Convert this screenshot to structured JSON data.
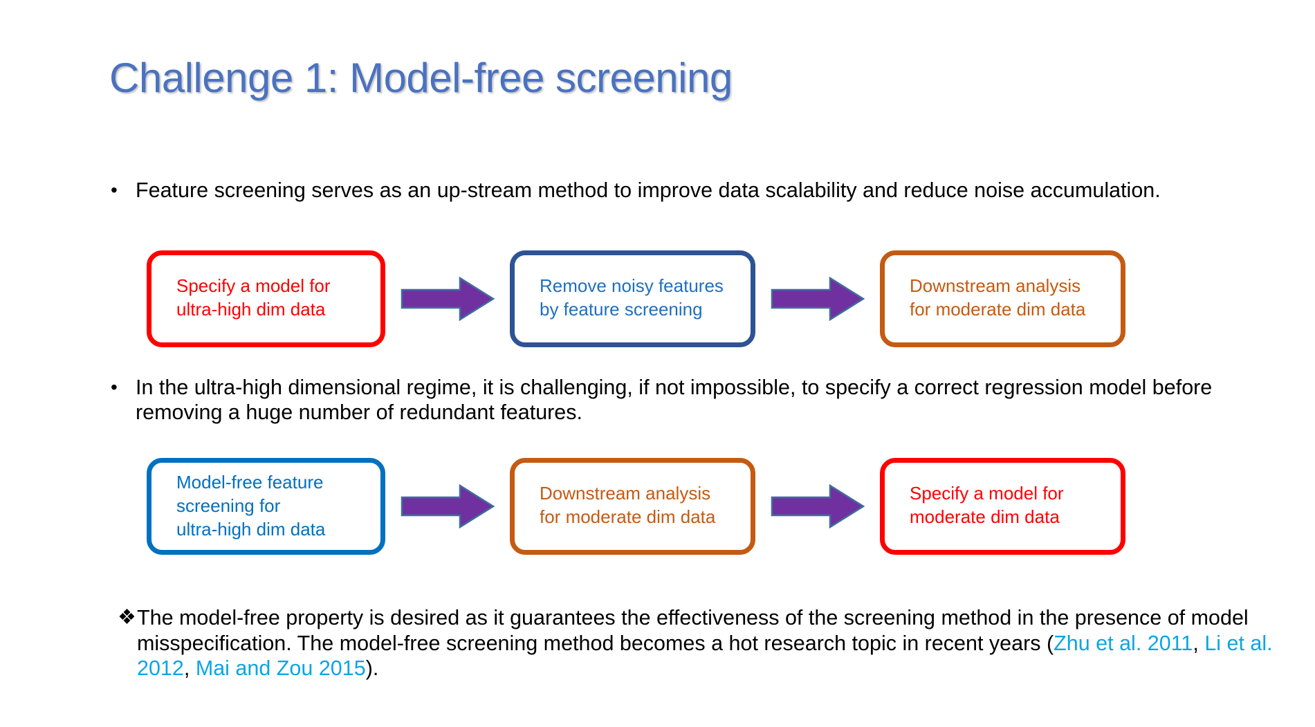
{
  "slide": {
    "title": "Challenge 1: Model-free screening",
    "background_color": "#FFFFFF",
    "title_color": "#4A72C0"
  },
  "bullets": [
    {
      "marker": "•",
      "text": "Feature screening serves as an up-stream method to improve data scalability and reduce noise accumulation."
    },
    {
      "marker": "•",
      "text": "In the ultra-high dimensional regime, it is challenging, if not impossible, to specify a correct regression model before removing a huge number of redundant features."
    },
    {
      "marker": "❖",
      "text_part_1": "The model-free property is desired as it guarantees the effectiveness of the screening method in the presence of model misspecification. The model-free screening method becomes a hot research topic in recent years (",
      "citation_1": "Zhu et al. 2011",
      "sep_1": ", ",
      "citation_2": "Li et al. 2012",
      "sep_2": ", ",
      "citation_3": "Mai and Zou 2015",
      "text_part_2": ")."
    }
  ],
  "flow_rows": [
    {
      "id": "row-1",
      "boxes": [
        {
          "color": "#FF0000",
          "border_color": "#FF0000",
          "lines": [
            "Specify a model for",
            "ultra-high dim data"
          ]
        },
        {
          "color": "#1F6FC0",
          "border_color": "#2E5395",
          "lines": [
            "Remove noisy features",
            "by feature screening"
          ]
        },
        {
          "color": "#C55A11",
          "border_color": "#C55A11",
          "lines": [
            "Downstream analysis",
            "for moderate dim data"
          ]
        }
      ],
      "arrow_color": "#7030A0",
      "arrow_outline": "#3F6E9E"
    },
    {
      "id": "row-2",
      "boxes": [
        {
          "color": "#0070C0",
          "border_color": "#0070C0",
          "lines": [
            "Model-free feature",
            "screening for",
            "ultra-high dim data"
          ]
        },
        {
          "color": "#C55A11",
          "border_color": "#C55A11",
          "lines": [
            "Downstream analysis",
            "for moderate dim data"
          ]
        },
        {
          "color": "#FF0000",
          "border_color": "#FF0000",
          "lines": [
            "Specify a model for",
            "moderate dim data"
          ]
        }
      ],
      "arrow_color": "#7030A0",
      "arrow_outline": "#3F6E9E"
    }
  ],
  "icons": {
    "arrow_right": "right-arrow-icon",
    "bullet_dot": "bullet-dot-icon",
    "bullet_diamond": "bullet-diamond-icon"
  }
}
